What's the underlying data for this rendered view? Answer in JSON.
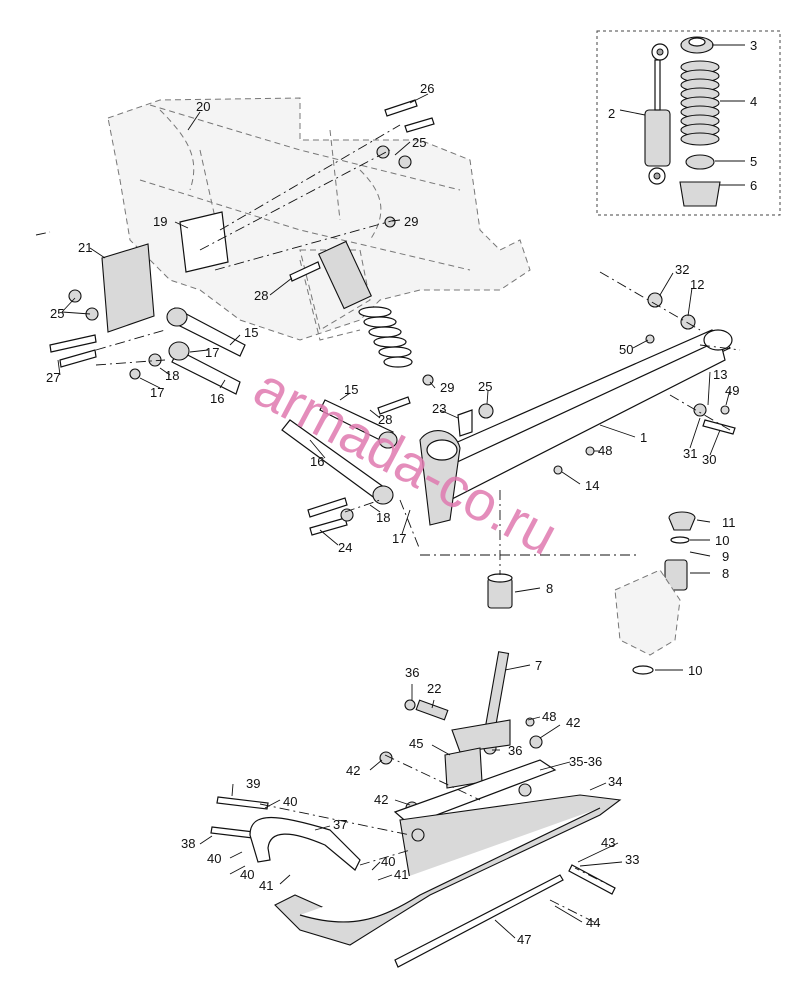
{
  "watermark": "armada-co.ru",
  "callouts": {
    "c1": "1",
    "c2": "2",
    "c3": "3",
    "c4": "4",
    "c5": "5",
    "c6": "6",
    "c7": "7",
    "c8a": "8",
    "c8b": "8",
    "c9": "9",
    "c10a": "10",
    "c10b": "10",
    "c11": "11",
    "c12": "12",
    "c13": "13",
    "c14": "14",
    "c15a": "15",
    "c15b": "15",
    "c16a": "16",
    "c16b": "16",
    "c17a": "17",
    "c17b": "17",
    "c17c": "17",
    "c18a": "18",
    "c18b": "18",
    "c19": "19",
    "c20": "20",
    "c21": "21",
    "c22": "22",
    "c23": "23",
    "c24": "24",
    "c25a": "25",
    "c25b": "25",
    "c25c": "25",
    "c26": "26",
    "c27": "27",
    "c28a": "28",
    "c28b": "28",
    "c29a": "29",
    "c29b": "29",
    "c30": "30",
    "c31": "31",
    "c32": "32",
    "c33": "33",
    "c34": "34",
    "c3536": "35-36",
    "c36a": "36",
    "c36b": "36",
    "c37": "37",
    "c38": "38",
    "c39": "39",
    "c40a": "40",
    "c40b": "40",
    "c40c": "40",
    "c40d": "40",
    "c41a": "41",
    "c41b": "41",
    "c42a": "42",
    "c42b": "42",
    "c42c": "42",
    "c43": "43",
    "c44": "44",
    "c45": "45",
    "c47": "47",
    "c48a": "48",
    "c48b": "48",
    "c49": "49",
    "c50": "50"
  }
}
